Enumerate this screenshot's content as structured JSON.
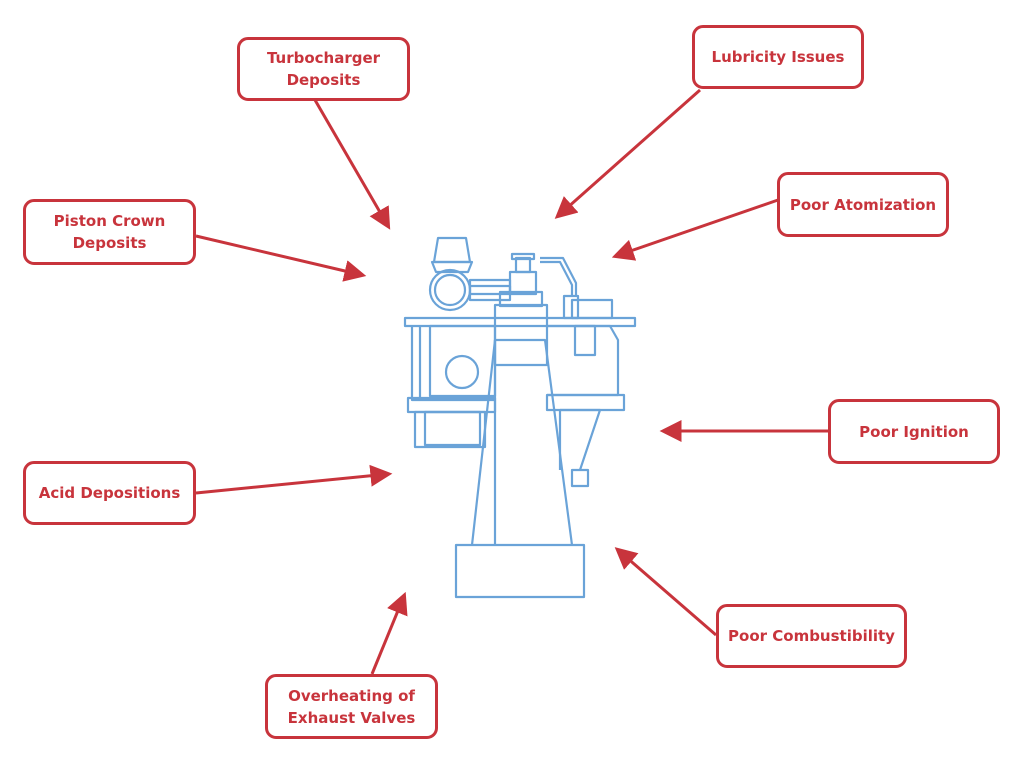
{
  "colors": {
    "label": "#c8343c",
    "engine": "#6aa3d8"
  },
  "labels": {
    "turbocharger": [
      "Turbocharger",
      "Deposits"
    ],
    "lubricity": [
      "Lubricity Issues"
    ],
    "piston": [
      "Piston Crown",
      "Deposits"
    ],
    "atomization": [
      "Poor Atomization"
    ],
    "ignition": [
      "Poor Ignition"
    ],
    "acid": [
      "Acid Depositions"
    ],
    "combustibility": [
      "Poor Combustibility"
    ],
    "exhaust": [
      "Overheating of",
      "Exhaust Valves"
    ]
  }
}
